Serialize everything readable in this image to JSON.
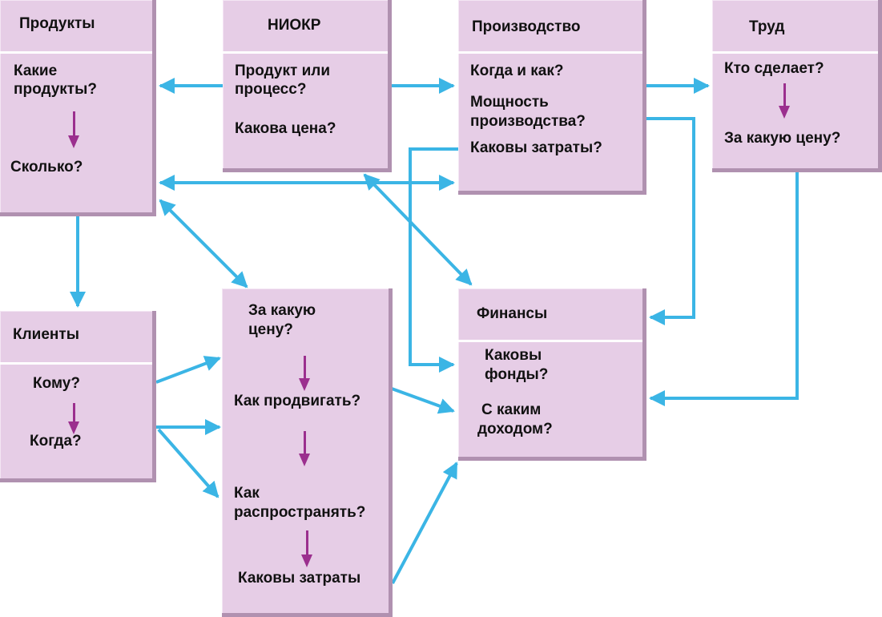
{
  "colors": {
    "box_fill": "#e6cde6",
    "box_shade": "#b091b0",
    "arrow_blue": "#3bb5e5",
    "arrow_purple": "#9b2f8e"
  },
  "products": {
    "title": "Продукты",
    "q1": "Какие",
    "q2": "продукты?",
    "q3": "Сколько?"
  },
  "rnd": {
    "title": "НИОКР",
    "q1": "Продукт или",
    "q2": "процесс?",
    "q3": "Какова цена?"
  },
  "production": {
    "title": "Производство",
    "q1": "Когда и как?",
    "q2": "Мощность",
    "q3": "производства?",
    "q4": "Каковы затраты?"
  },
  "labor": {
    "title": "Труд",
    "q1": "Кто сделает?",
    "q2": "За какую цену?"
  },
  "clients": {
    "title": "Клиенты",
    "q1": "Кому?",
    "q2": "Когда?"
  },
  "marketing": {
    "q1": "За какую",
    "q2": "цену?",
    "q3": "Как продвигать?",
    "q4": "Как",
    "q5": "распространять?",
    "q6": "Каковы затраты"
  },
  "finance": {
    "title": "Финансы",
    "q1": "Каковы",
    "q2": "фонды?",
    "q3": "С каким",
    "q4": "доходом?"
  }
}
